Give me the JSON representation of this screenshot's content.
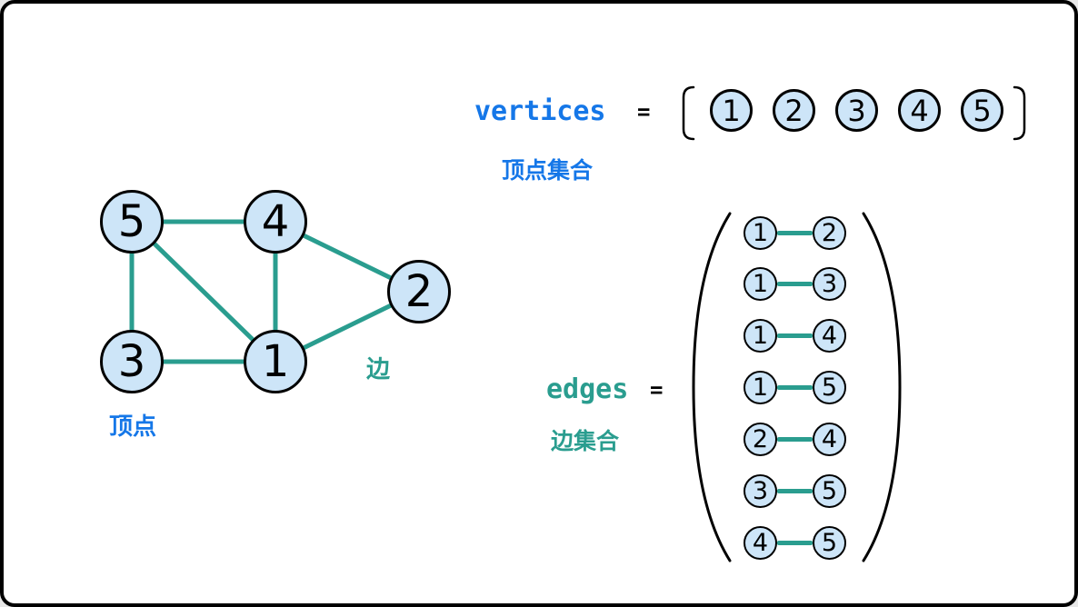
{
  "colors": {
    "edge_teal": "#2a9d8f",
    "vertex_blue": "#1577e8",
    "node_fill": "#cde5f8",
    "node_border": "#000000",
    "background": "#ffffff",
    "frame_border": "#000000"
  },
  "graph": {
    "nodes": [
      {
        "label": "5"
      },
      {
        "label": "4"
      },
      {
        "label": "2"
      },
      {
        "label": "3"
      },
      {
        "label": "1"
      }
    ],
    "edges": [
      [
        "5",
        "4"
      ],
      [
        "5",
        "3"
      ],
      [
        "5",
        "1"
      ],
      [
        "4",
        "1"
      ],
      [
        "4",
        "2"
      ],
      [
        "3",
        "1"
      ],
      [
        "1",
        "2"
      ]
    ],
    "vertex_annotation": "顶点",
    "edge_annotation": "边"
  },
  "vertex_set": {
    "keyword": "vertices",
    "equals": "=",
    "items": [
      "1",
      "2",
      "3",
      "4",
      "5"
    ],
    "caption": "顶点集合"
  },
  "edge_set": {
    "keyword": "edges",
    "equals": "=",
    "pairs": [
      {
        "a": "1",
        "b": "2"
      },
      {
        "a": "1",
        "b": "3"
      },
      {
        "a": "1",
        "b": "4"
      },
      {
        "a": "1",
        "b": "5"
      },
      {
        "a": "2",
        "b": "4"
      },
      {
        "a": "3",
        "b": "5"
      },
      {
        "a": "4",
        "b": "5"
      }
    ],
    "caption": "边集合"
  }
}
